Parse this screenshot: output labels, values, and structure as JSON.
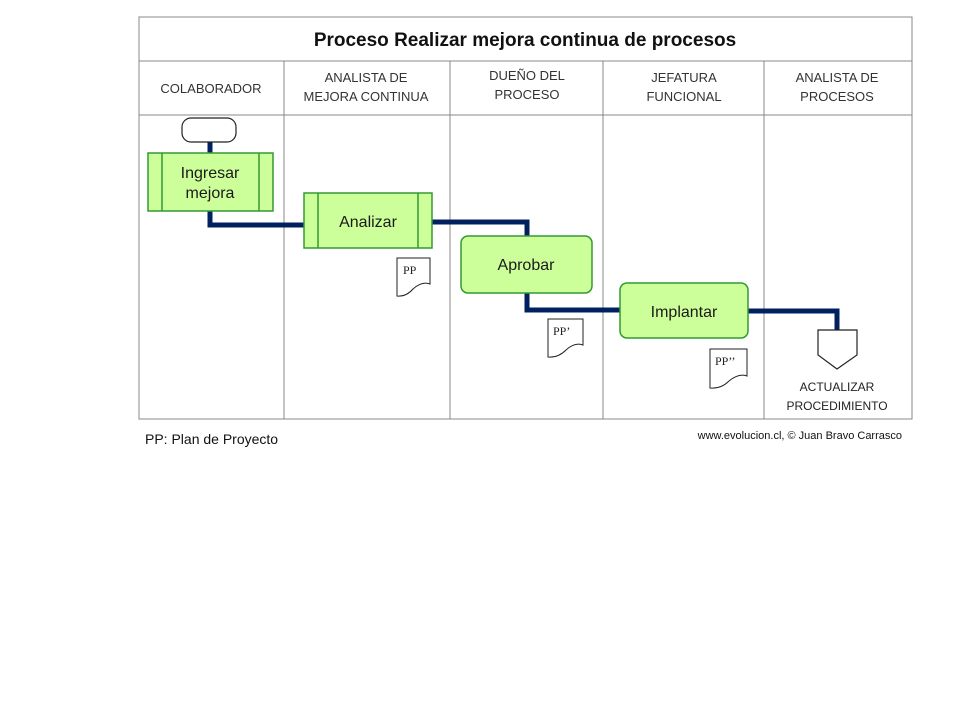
{
  "title": "Proceso Realizar mejora continua de procesos",
  "lanes": [
    {
      "label_lines": [
        "COLABORADOR"
      ]
    },
    {
      "label_lines": [
        "ANALISTA DE",
        "MEJORA CONTINUA"
      ]
    },
    {
      "label_lines": [
        "DUEÑO DEL",
        "PROCESO"
      ]
    },
    {
      "label_lines": [
        "JEFATURA",
        "FUNCIONAL"
      ]
    },
    {
      "label_lines": [
        "ANALISTA DE",
        "PROCESOS"
      ]
    }
  ],
  "tasks": {
    "ingresar": {
      "line1": "Ingresar",
      "line2": "mejora"
    },
    "analizar": {
      "label": "Analizar"
    },
    "aprobar": {
      "label": "Aprobar"
    },
    "implantar": {
      "label": "Implantar"
    }
  },
  "documents": {
    "pp1": "PP",
    "pp2": "PP’",
    "pp3": "PP’’"
  },
  "end_event": {
    "line1": "ACTUALIZAR",
    "line2": "PROCEDIMIENTO"
  },
  "footer": {
    "legend": "PP: Plan de Proyecto",
    "credit": "www.evolucion.cl, © Juan Bravo Carrasco"
  },
  "colors": {
    "task_fill": "#ccff99",
    "task_border": "#339933",
    "connector": "#002060",
    "grid": "#888888"
  }
}
